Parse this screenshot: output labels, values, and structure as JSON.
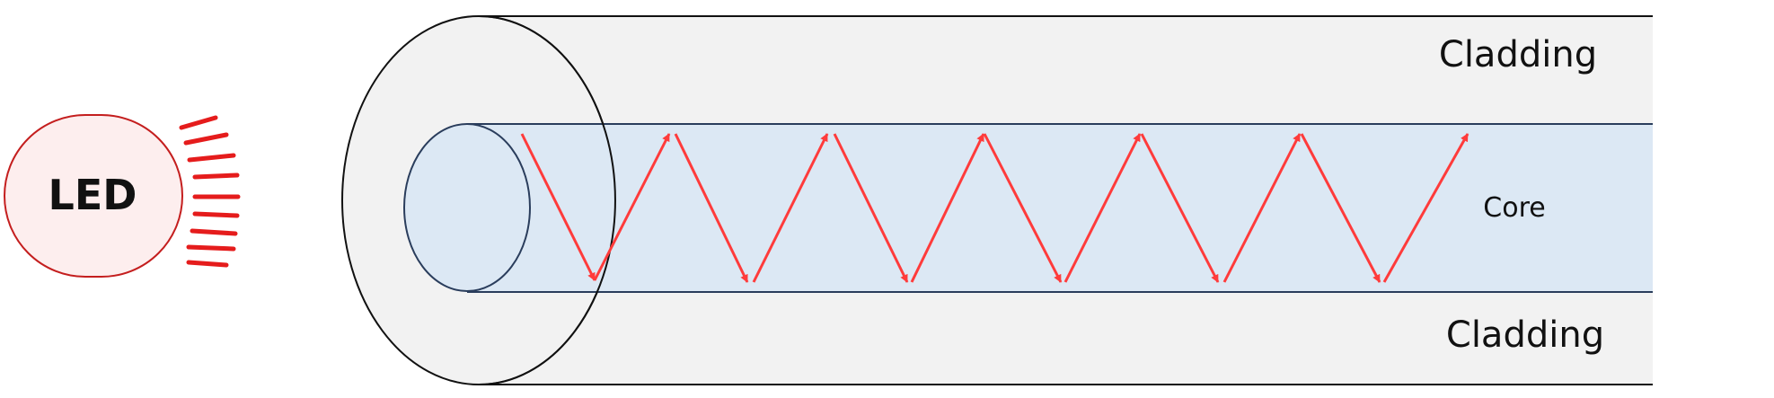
{
  "labels": {
    "led": "LED",
    "cladding_top": "Cladding",
    "core": "Core",
    "cladding_bottom": "Cladding"
  },
  "colors": {
    "cladding_fill": "#f2f2f2",
    "core_fill": "#dce8f4",
    "core_outline": "#2a3d5c",
    "ray": "#ff3b3b",
    "led_fill": "#fdeeee",
    "led_outline": "#c41e1e",
    "emission": "#e51c1c",
    "outline": "#111111"
  }
}
